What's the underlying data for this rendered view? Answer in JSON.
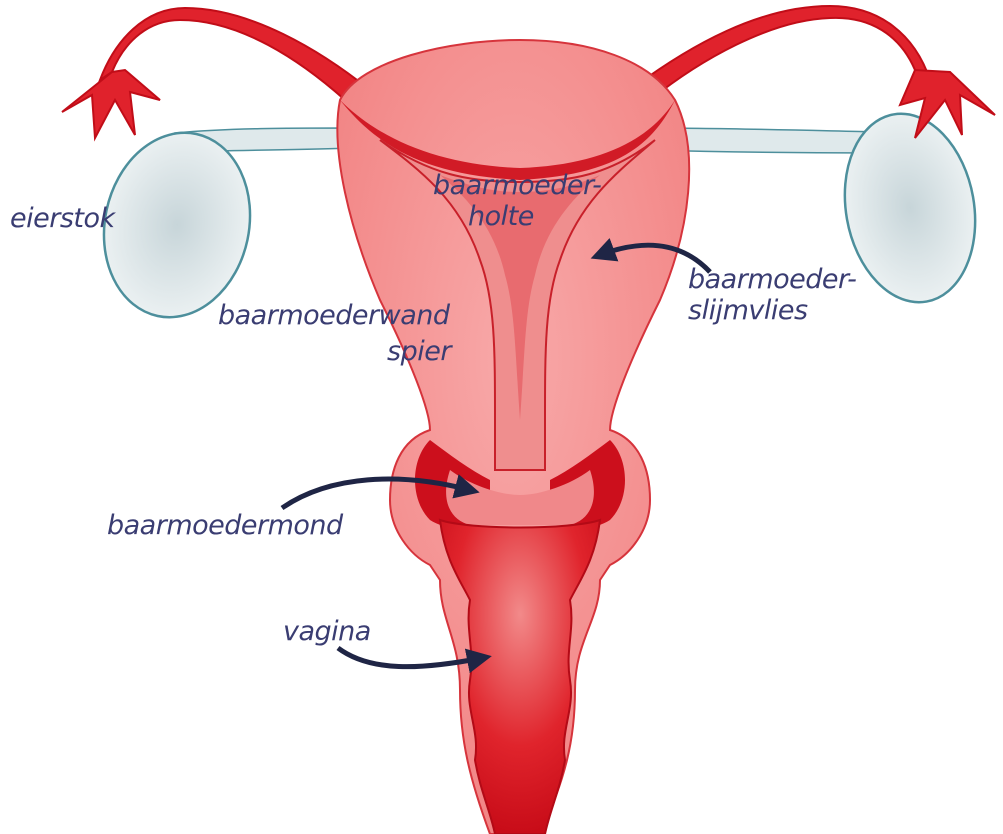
{
  "labels": {
    "ovary": "eierstok",
    "cavity_line1": "baarmoeder-",
    "cavity_line2": "holte",
    "lining_line1": "baarmoeder-",
    "lining_line2": "slijmvlies",
    "wall_line1": "baarmoederwand",
    "wall_line2": "spier",
    "cervix": "baarmoedermond",
    "vagina": "vagina"
  },
  "colors": {
    "tissue_outer": "#f07c7c",
    "tissue_light": "#f59b9b",
    "tissue_dark": "#cc0f1c",
    "tissue_mid": "#e53a44",
    "ovary_fill": "#e4ecee",
    "ovary_stroke": "#4d8f9c",
    "label_text": "#3a3d72",
    "arrow": "#1f2545"
  }
}
